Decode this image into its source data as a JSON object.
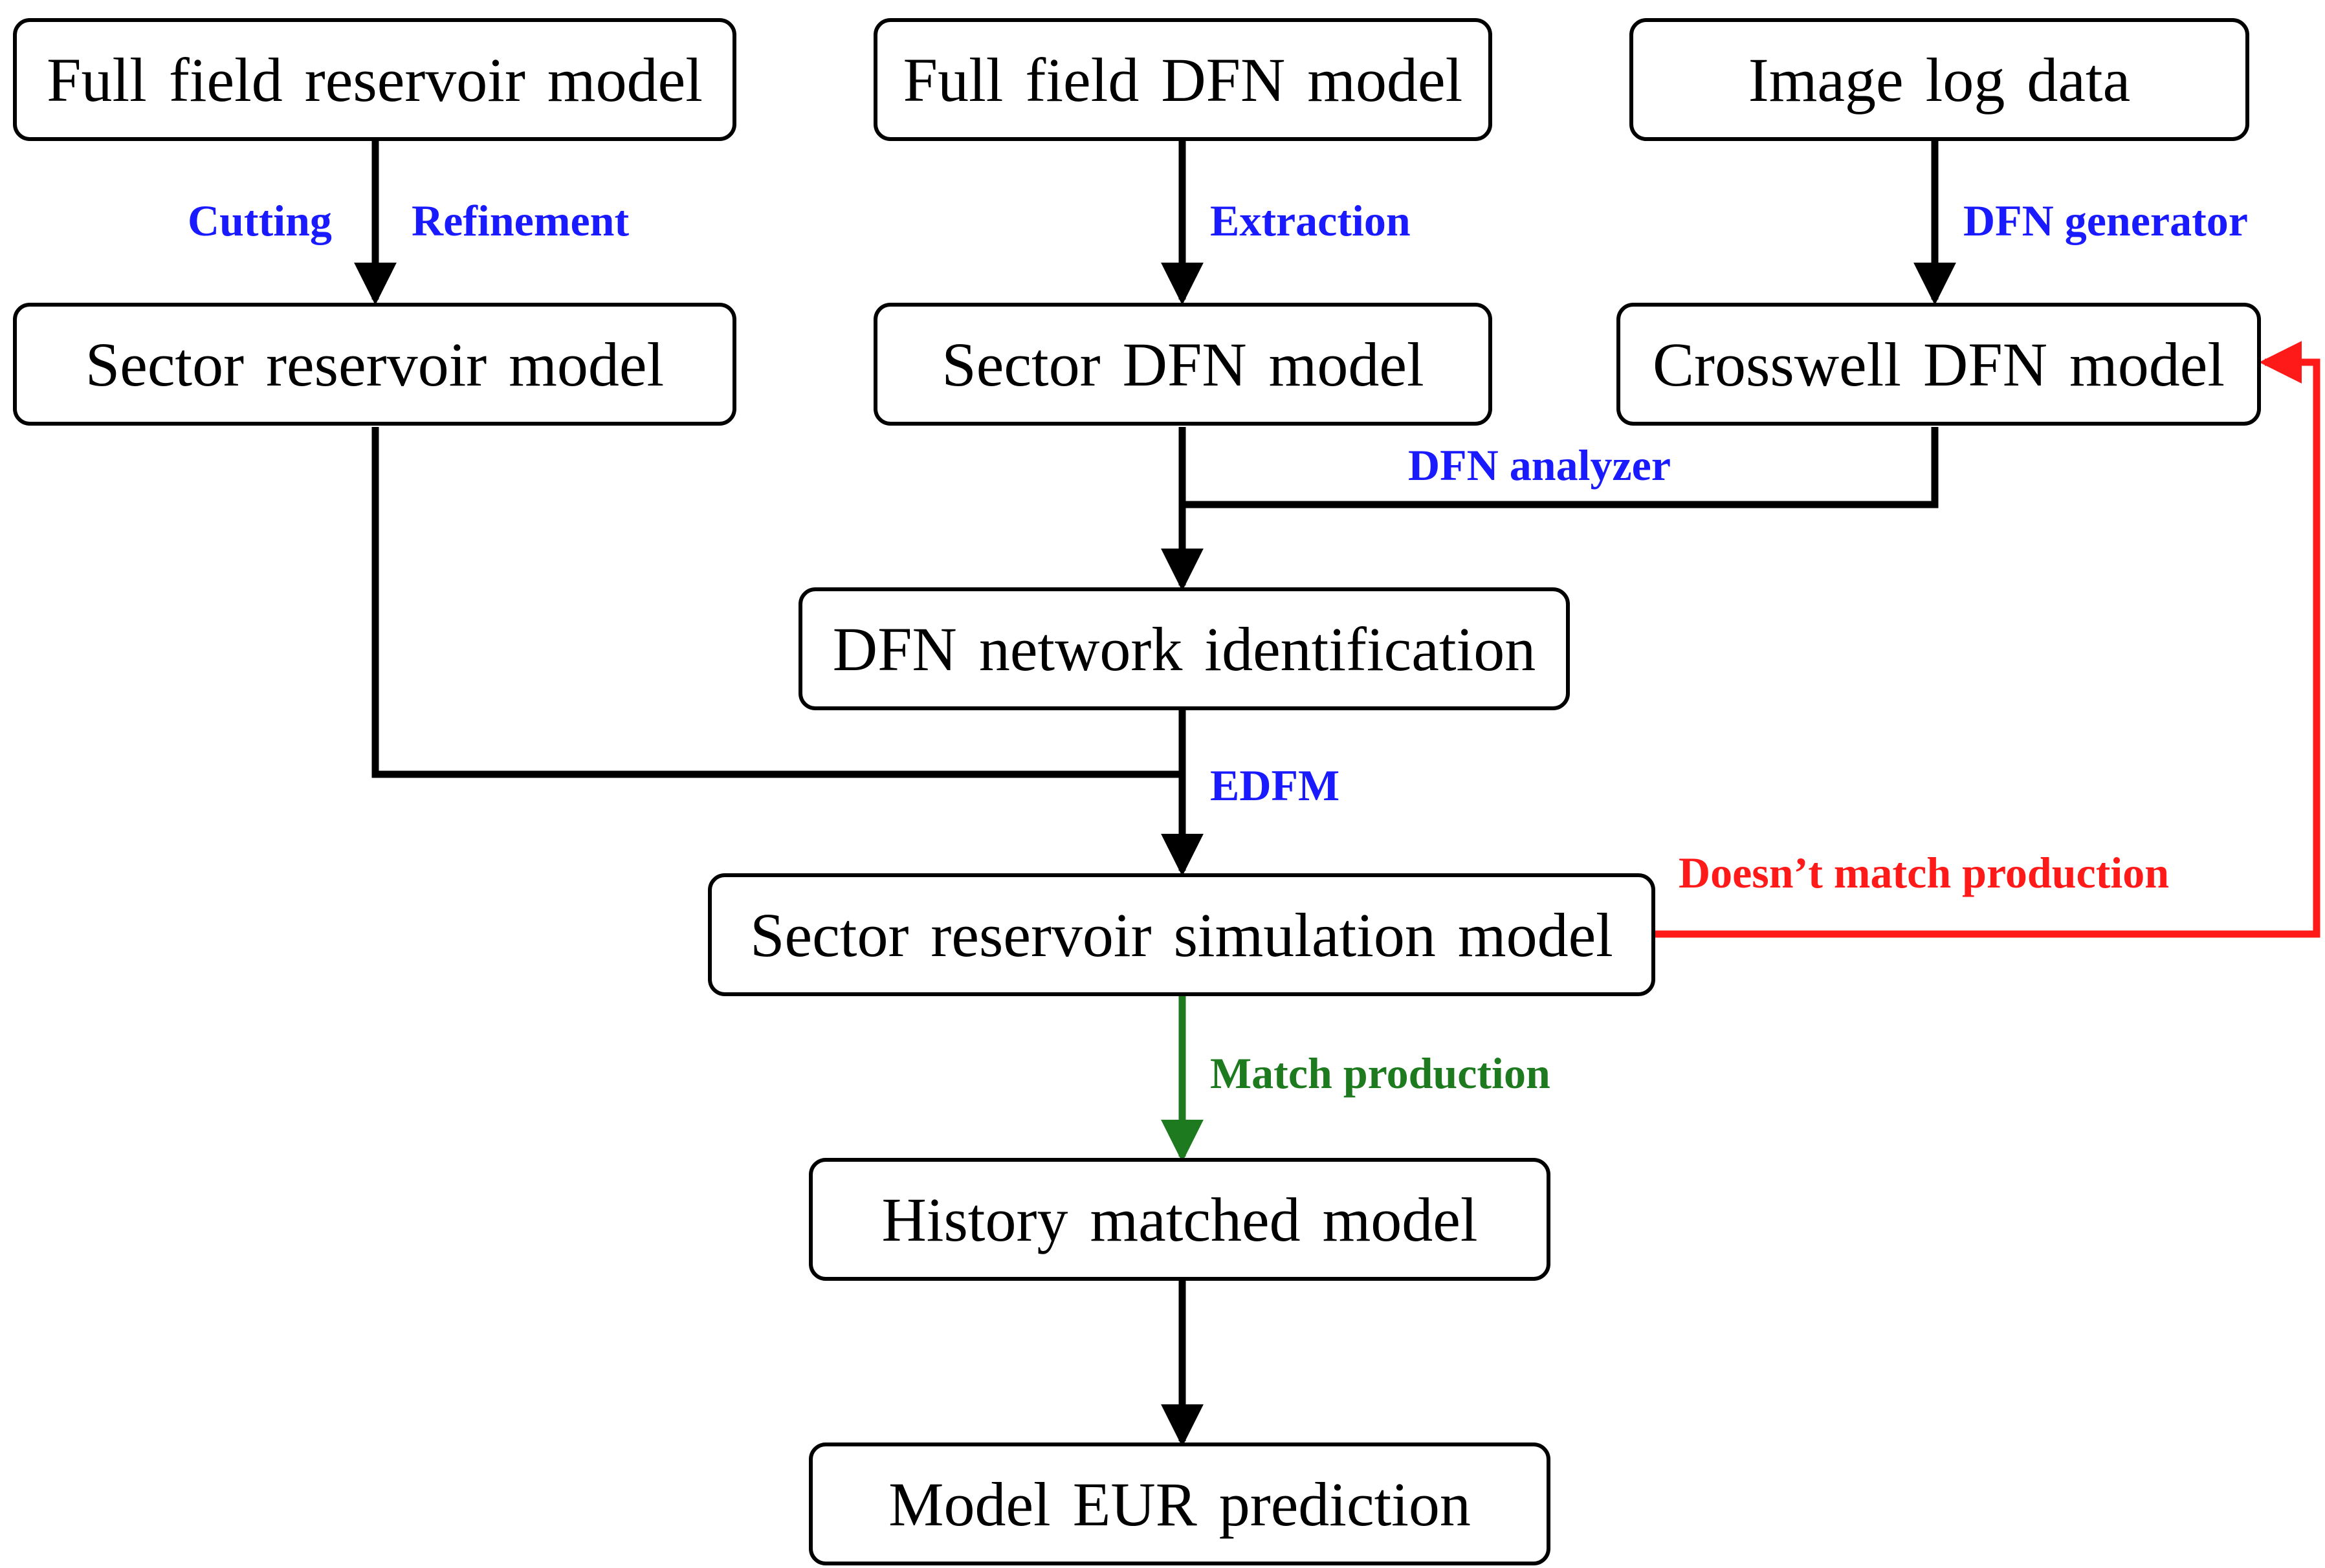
{
  "nodes": {
    "full_field_reservoir": "Full field reservoir model",
    "full_field_dfn": "Full field DFN model",
    "image_log": "Image log data",
    "sector_reservoir": "Sector reservoir model",
    "sector_dfn": "Sector DFN model",
    "crosswell_dfn": "Crosswell DFN model",
    "dfn_network": "DFN network identification",
    "sector_simulation": "Sector reservoir simulation model",
    "history_matched": "History matched model",
    "eur_prediction": "Model EUR prediction"
  },
  "edge_labels": {
    "cutting": "Cutting",
    "refinement": "Refinement",
    "extraction": "Extraction",
    "dfn_generator": "DFN generator",
    "dfn_analyzer": "DFN analyzer",
    "edfm": "EDFM",
    "doesnt_match": "Doesn’t match production",
    "match_production": "Match production"
  },
  "colors": {
    "process_label": "#1a1aff",
    "mismatch": "#ff1a1a",
    "match": "#1e7a1e",
    "line": "#000000"
  }
}
